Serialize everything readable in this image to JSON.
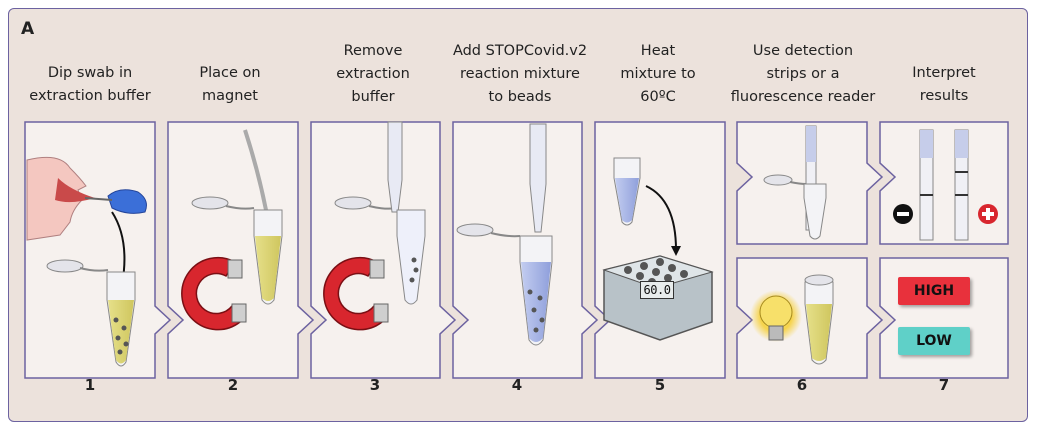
{
  "panel_letter": "A",
  "steps": [
    {
      "number": "1",
      "label_lines": [
        "Dip swab in",
        "extraction buffer"
      ]
    },
    {
      "number": "2",
      "label_lines": [
        "Place on",
        "magnet"
      ]
    },
    {
      "number": "3",
      "label_lines": [
        "Remove",
        "extraction",
        "buffer"
      ]
    },
    {
      "number": "4",
      "label_lines": [
        "Add STOPCovid.v2",
        "reaction mixture",
        "to beads"
      ]
    },
    {
      "number": "5",
      "label_lines": [
        "Heat",
        "mixture to",
        "60ºC"
      ]
    },
    {
      "number": "6",
      "label_lines": [
        "Use detection",
        "strips or a",
        "fluorescence reader"
      ]
    },
    {
      "number": "7",
      "label_lines": [
        "Interpret",
        "results"
      ]
    }
  ],
  "heat_block_display": "60.0",
  "readout_labels": {
    "high": "HIGH",
    "low": "LOW"
  },
  "colors": {
    "frame": "#6c62a0",
    "background": "#ece2dc",
    "magnet": "#d8262e",
    "high": "#e8313c",
    "low": "#5fd0c8"
  }
}
